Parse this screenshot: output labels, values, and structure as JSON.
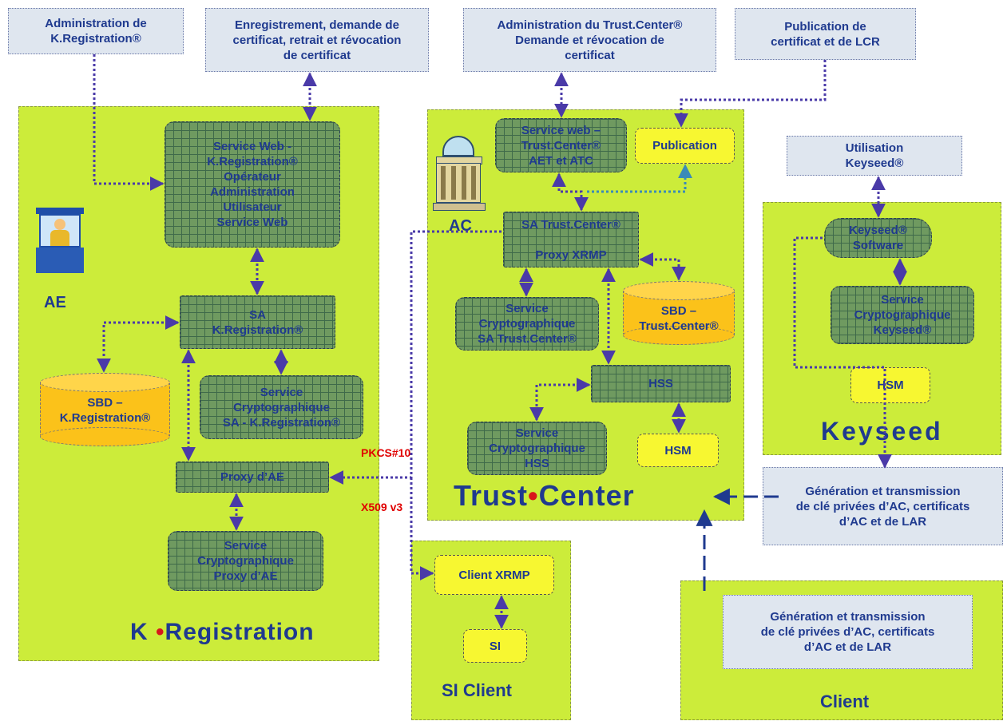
{
  "notes": {
    "admin_kreg": "Administration de\nK.Registration®",
    "enreg": "Enregistrement, demande de\ncertificat, retrait et révocation\nde certificat",
    "admin_tc": "Administration du Trust.Center®\nDemande et révocation de\ncertificat",
    "publication_lcr": "Publication de\ncertificat et de LCR",
    "utilisation_keyseed": "Utilisation\nKeyseed®",
    "generation_1": "Génération et transmission\nde clé privées d’AC, certificats\nd’AC et de LAR",
    "generation_2": "Génération et transmission\nde clé privées d’AC, certificats\nd’AC et de LAR"
  },
  "kreg": {
    "ae_label": "AE",
    "web_service": "Service Web -\nK.Registration®\nOpérateur\nAdministration\nUtilisateur\nService Web",
    "sa": "SA\nK.Registration®",
    "sbd": "SBD –\nK.Registration®",
    "crypto_sa": "Service\nCryptographique\nSA - K.Registration®",
    "proxy": "Proxy d’AE",
    "crypto_proxy": "Service\nCryptographique\nProxy d’AE",
    "brand_k": "K",
    "brand_dot": "•",
    "brand_rest": "Registration"
  },
  "tc": {
    "ac_label": "AC",
    "web_service": "Service web –\nTrust.Center®\nAET et ATC",
    "publication": "Publication",
    "sa": "SA Trust.Center®\n\nProxy XRMP",
    "crypto_sa": "Service\nCryptographique\nSA Trust.Center®",
    "sbd": "SBD –\nTrust.Center®",
    "hss": "HSS",
    "crypto_hss": "Service\nCryptographique\nHSS",
    "hsm": "HSM",
    "brand_a": "Trust",
    "brand_dot": "•",
    "brand_b": "Center"
  },
  "keyseed": {
    "software": "Keyseed®\nSoftware",
    "crypto": "Service\nCryptographique\nKeyseed®",
    "hsm": "HSM",
    "brand": "Keyseed"
  },
  "si_client": {
    "client_xrmp": "Client XRMP",
    "si": "SI",
    "title": "SI Client"
  },
  "client": {
    "title": "Client"
  },
  "protocols": {
    "pkcs": "PKCS#10",
    "x509": "X509 v3"
  },
  "colors": {
    "zone": "#ccec3a",
    "note": "#dfe6ef",
    "service": "#6f9a60",
    "highlight": "#f7f731",
    "database": "#fbc21a",
    "text": "#1f3a8f",
    "protocol": "#e00000"
  }
}
